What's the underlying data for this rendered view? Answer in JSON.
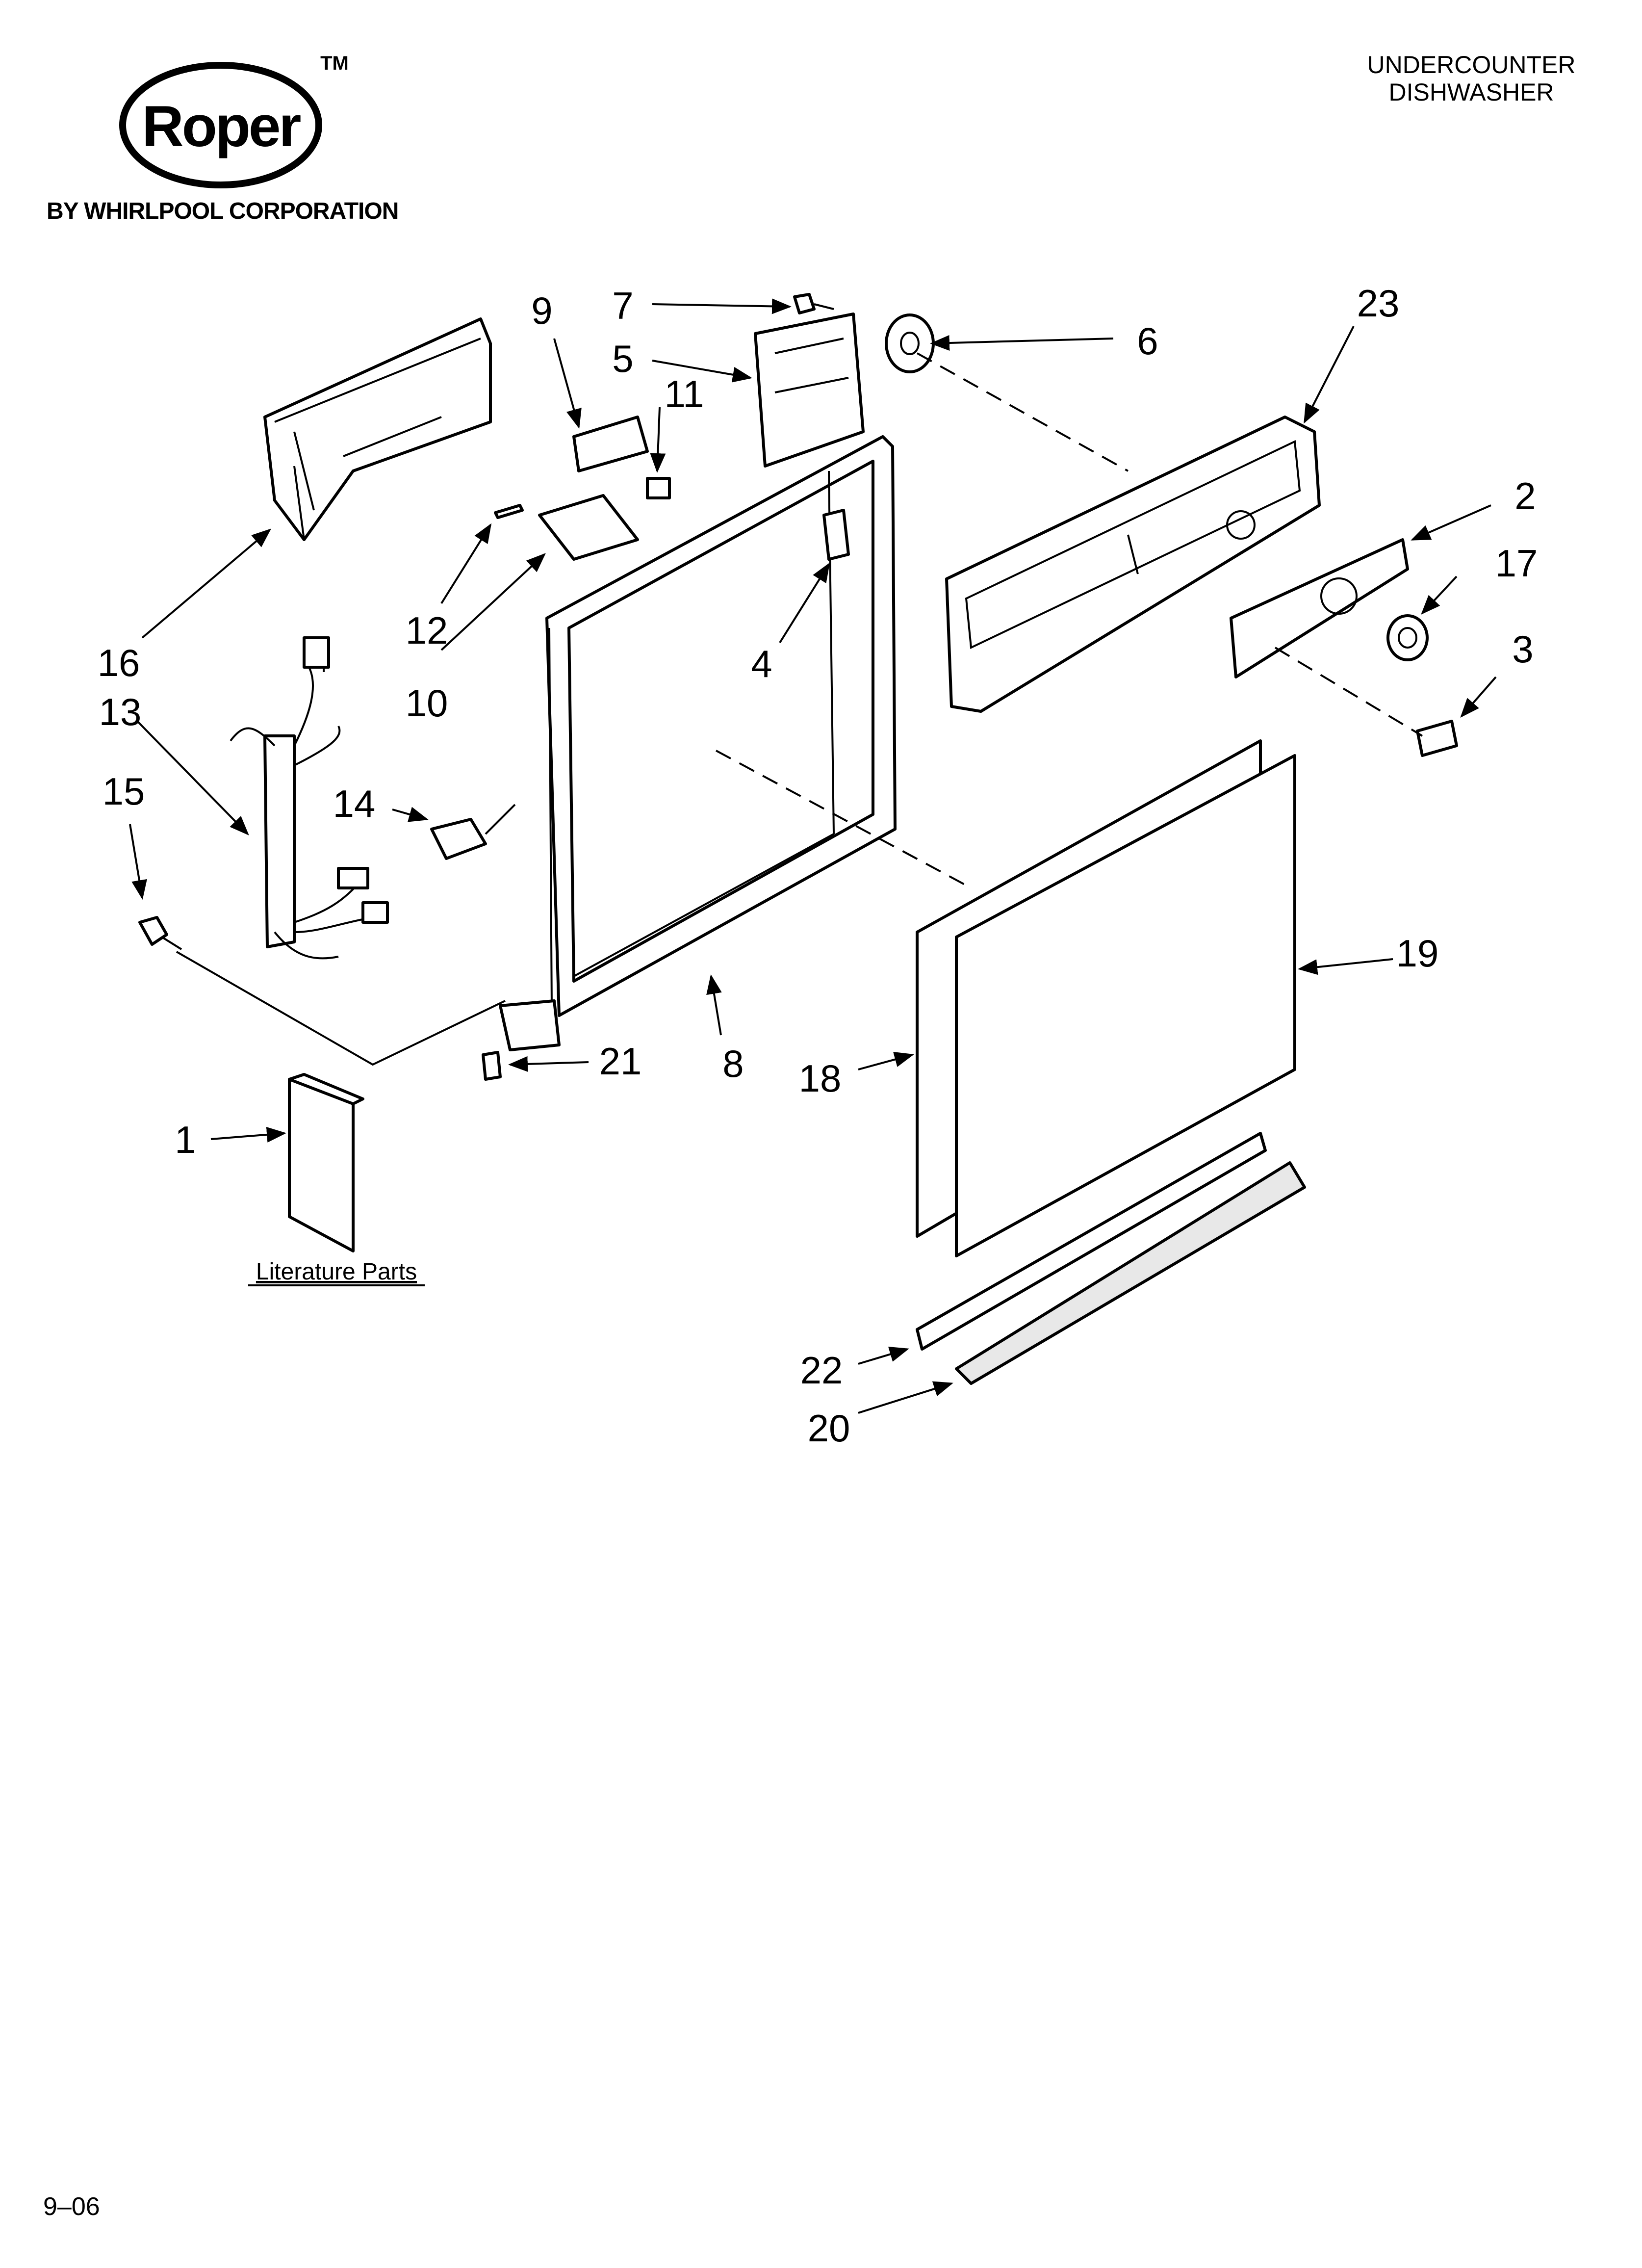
{
  "brand": {
    "logo_text": "Roper",
    "trademark": "TM",
    "byline": "BY WHIRLPOOL CORPORATION"
  },
  "product": {
    "line1": "UNDERCOUNTER",
    "line2": "DISHWASHER"
  },
  "callouts": {
    "c1": "1",
    "c2": "2",
    "c3": "3",
    "c4": "4",
    "c5": "5",
    "c6": "6",
    "c7": "7",
    "c8": "8",
    "c9": "9",
    "c10": "10",
    "c11": "11",
    "c12": "12",
    "c13": "13",
    "c14": "14",
    "c15": "15",
    "c16": "16",
    "c17": "17",
    "c18": "18",
    "c19": "19",
    "c20": "20",
    "c21": "21",
    "c22": "22",
    "c23": "23"
  },
  "literature_label": "Literature Parts",
  "footer_code": "9–06"
}
